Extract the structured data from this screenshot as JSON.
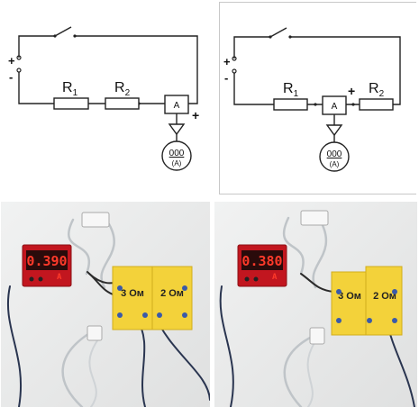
{
  "circuit_left": {
    "plus": "+",
    "minus": "-",
    "r1": "R",
    "r1_sub": "1",
    "r2": "R",
    "r2_sub": "2",
    "ammeter": "A",
    "ammeter_plus": "+",
    "readout_value": "000",
    "readout_unit": "(A)"
  },
  "circuit_right": {
    "plus": "+",
    "minus": "-",
    "r1": "R",
    "r1_sub": "1",
    "r2": "R",
    "r2_sub": "2",
    "ammeter": "A",
    "ammeter_plus": "+",
    "readout_value": "000",
    "readout_unit": "(A)"
  },
  "photo_left": {
    "display": "0.390",
    "display_unit": "A",
    "board_label_1": "3 Ом",
    "board_label_2": "2 Ом"
  },
  "photo_right": {
    "display": "0.380",
    "display_unit": "A",
    "board_label_1": "3 Ом",
    "board_label_2": "2 Ом"
  },
  "colors": {
    "board": "#f3d23a",
    "display_bg": "#2a0b0b",
    "display_digits": "#ff3a2a",
    "meter_body": "#c2161f",
    "wall": "#e9eaea"
  }
}
